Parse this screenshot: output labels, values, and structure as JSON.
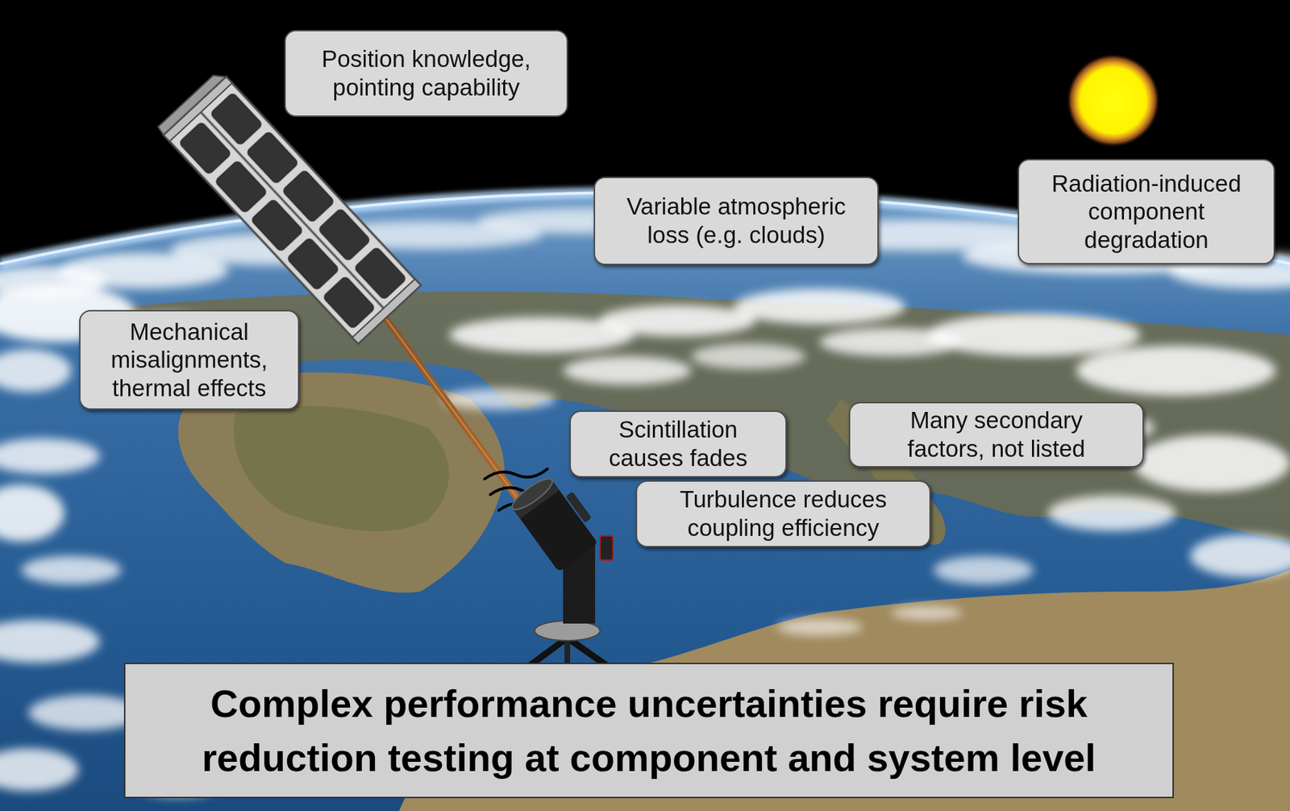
{
  "diagram": {
    "nodes": [
      {
        "text": [
          "Position knowledge, pointing capability"
        ]
      },
      {
        "text": [
          "Variable atmospheric loss (e.g. clouds)"
        ]
      },
      {
        "text": [
          "Radiation-induced component degradation"
        ]
      },
      {
        "text": [
          "Mechanical misalignments, thermal effects"
        ]
      },
      {
        "text": [
          "Scintillation causes fades"
        ]
      },
      {
        "text": [
          "Many secondary factors, not listed"
        ]
      },
      {
        "text": [
          "Turbulence reduces coupling efficiency"
        ]
      },
      {
        "text": [
          "Complex performance uncertainties require risk reduction testing at component and system level"
        ]
      }
    ]
  }
}
